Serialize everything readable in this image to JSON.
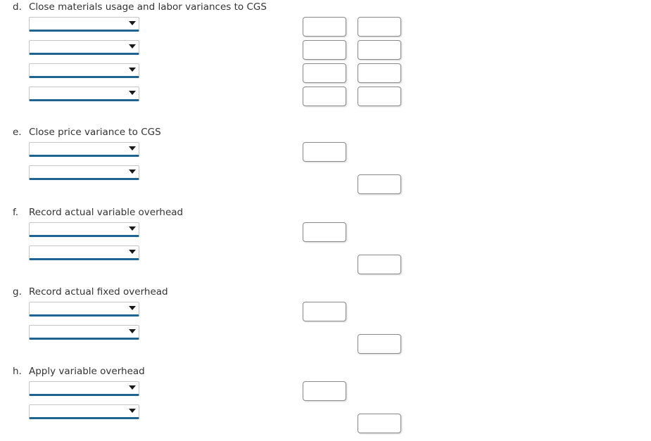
{
  "page": {
    "background": "#ffffff",
    "text_color": "#333333",
    "accent_underline_color": "#1f6391",
    "box_border_color": "#8a8a8a"
  },
  "icons": {
    "dropdown_caret": "caret-down-icon"
  },
  "columns": {
    "debit_label": "",
    "credit_label": ""
  },
  "sections": [
    {
      "letter": "d.",
      "title": "Close materials usage and labor variances to CGS",
      "layout": "grid",
      "rows": [
        {
          "account": "",
          "placeholder": "",
          "debit": "",
          "credit": ""
        },
        {
          "account": "",
          "placeholder": "",
          "debit": "",
          "credit": ""
        },
        {
          "account": "",
          "placeholder": "",
          "debit": "",
          "credit": ""
        },
        {
          "account": "",
          "placeholder": "",
          "debit": "",
          "credit": ""
        }
      ]
    },
    {
      "letter": "e.",
      "title": "Close price variance to CGS",
      "layout": "staggered",
      "rows": [
        {
          "account": "",
          "placeholder": "",
          "debit": "",
          "credit": null
        },
        {
          "account": "",
          "placeholder": "",
          "debit": null,
          "credit": ""
        }
      ]
    },
    {
      "letter": "f.",
      "title": "Record actual variable overhead",
      "layout": "staggered",
      "rows": [
        {
          "account": "",
          "placeholder": "",
          "debit": "",
          "credit": null
        },
        {
          "account": "",
          "placeholder": "",
          "debit": null,
          "credit": ""
        }
      ]
    },
    {
      "letter": "g.",
      "title": "Record actual fixed overhead",
      "layout": "staggered",
      "rows": [
        {
          "account": "",
          "placeholder": "",
          "debit": "",
          "credit": null
        },
        {
          "account": "",
          "placeholder": "",
          "debit": null,
          "credit": ""
        }
      ]
    },
    {
      "letter": "h.",
      "title": "Apply variable overhead",
      "layout": "staggered",
      "rows": [
        {
          "account": "",
          "placeholder": "",
          "debit": "",
          "credit": null
        },
        {
          "account": "",
          "placeholder": "",
          "debit": null,
          "credit": ""
        }
      ]
    }
  ]
}
